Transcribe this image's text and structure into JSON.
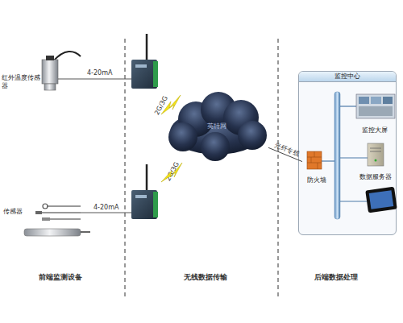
{
  "diagram": {
    "nodes": [
      {
        "text": [
          "红外温度传感器"
        ]
      },
      {
        "text": [
          "传感器"
        ]
      },
      {
        "text": [
          "英特网"
        ]
      },
      {
        "text": [
          "监控中心"
        ]
      },
      {
        "text": [
          "防火墙"
        ],
        "in": 3
      },
      {
        "text": [
          "监控大屏"
        ],
        "in": 3
      },
      {
        "text": [
          "数据服务器"
        ],
        "in": 3
      }
    ],
    "edges": [
      {
        "from": 2,
        "to": 4,
        "label": "光纤专线",
        "arrow": "none"
      }
    ],
    "labels": [
      "4-20mA",
      "4-20mA",
      "2G/3G",
      "2G/3G",
      "前端监测设备",
      "无线数据传输",
      "后端数据处理"
    ]
  }
}
